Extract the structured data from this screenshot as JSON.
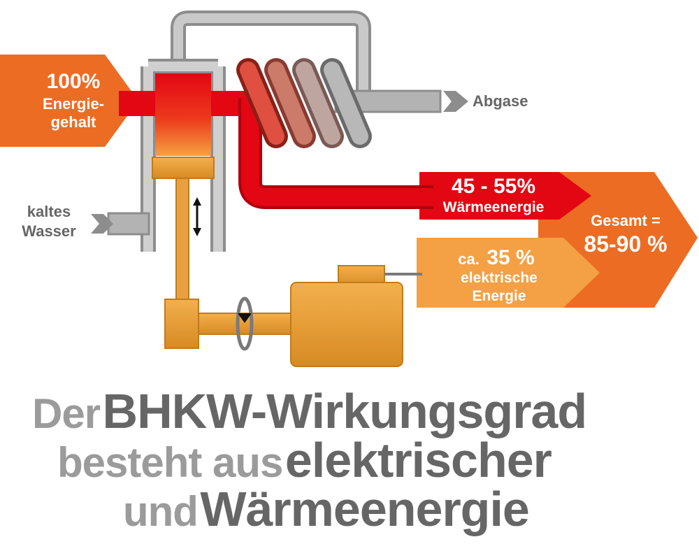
{
  "labels": {
    "input_percent": "100%",
    "input_line1": "Energie-",
    "input_line2": "gehalt",
    "exhaust": "Abgase",
    "cold_water_line1": "kaltes",
    "cold_water_line2": "Wasser",
    "heat_percent": "45 - 55%",
    "heat_label": "Wärmeenergie",
    "elec_prefix": "ca.",
    "elec_percent": "35 %",
    "elec_line1": "elektrische",
    "elec_line2": "Energie",
    "total_label": "Gesamt =",
    "total_value": "85-90 %"
  },
  "headline": {
    "line1_light": "Der",
    "line1_dark": "BHKW-Wirkungsgrad",
    "line2_light": "besteht aus",
    "line2_dark": "elektrischer",
    "line3_light": "und",
    "line3_dark": "Wärmeenergie"
  },
  "colors": {
    "orange": "#ec6c24",
    "red": "#e30613",
    "light_orange": "#f4a045",
    "grey": "#9d9d9d",
    "dark_grey": "#666666",
    "light_grey": "#9b9b9b"
  }
}
